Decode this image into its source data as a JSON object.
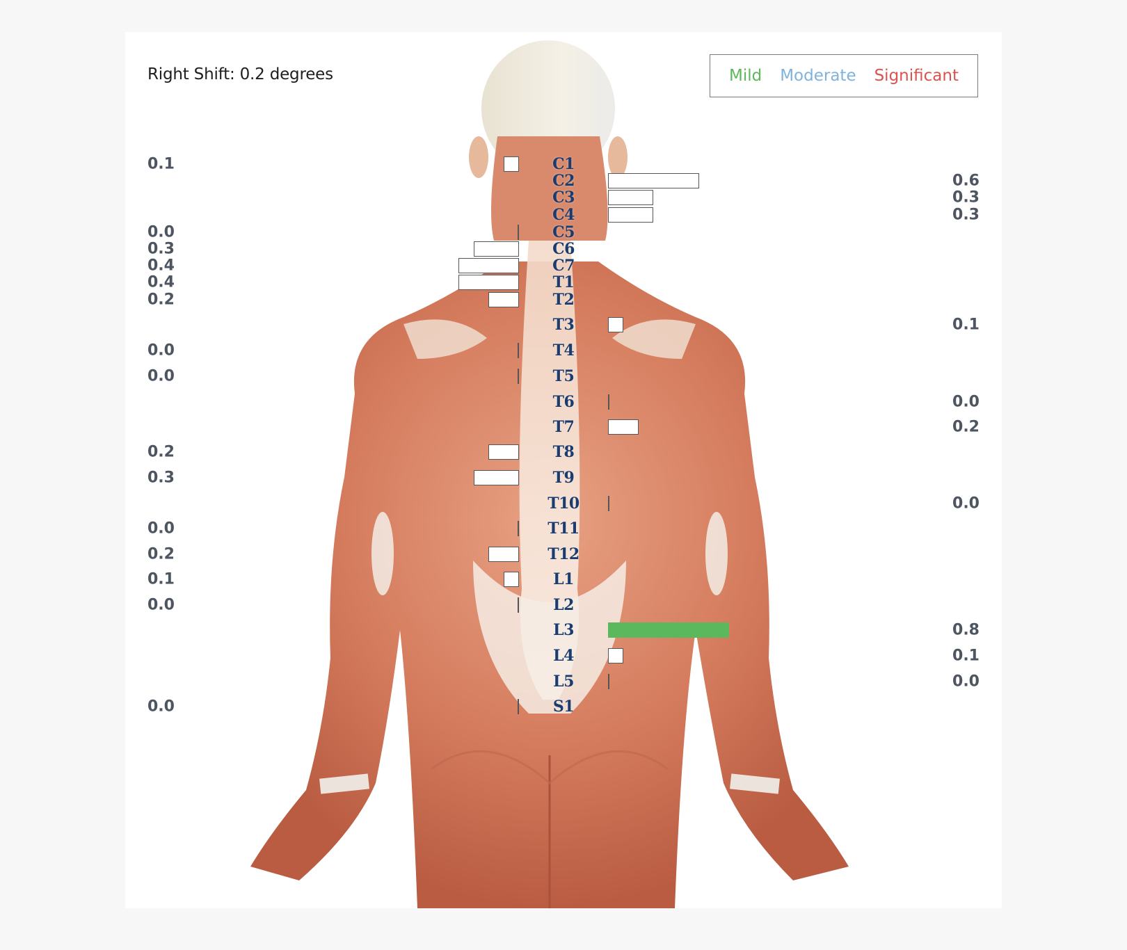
{
  "header": {
    "shift_text": "Right Shift: 0.2 degrees"
  },
  "legend": {
    "items": [
      {
        "label": "Mild",
        "color": "#5cb85c"
      },
      {
        "label": "Moderate",
        "color": "#7fb3dc"
      },
      {
        "label": "Significant",
        "color": "#d9534f"
      }
    ]
  },
  "chart_data": {
    "type": "bar",
    "left_values": [
      {
        "vertebra": "C1",
        "value": "0.1"
      },
      {
        "vertebra": "C5",
        "value": "0.0"
      },
      {
        "vertebra": "C6",
        "value": "0.3"
      },
      {
        "vertebra": "C7",
        "value": "0.4"
      },
      {
        "vertebra": "T1",
        "value": "0.4"
      },
      {
        "vertebra": "T2",
        "value": "0.2"
      },
      {
        "vertebra": "T4",
        "value": "0.0"
      },
      {
        "vertebra": "T5",
        "value": "0.0"
      },
      {
        "vertebra": "T8",
        "value": "0.2"
      },
      {
        "vertebra": "T9",
        "value": "0.3"
      },
      {
        "vertebra": "T11",
        "value": "0.0"
      },
      {
        "vertebra": "T12",
        "value": "0.2"
      },
      {
        "vertebra": "L1",
        "value": "0.1"
      },
      {
        "vertebra": "L2",
        "value": "0.0"
      },
      {
        "vertebra": "S1",
        "value": "0.0"
      }
    ],
    "right_values": [
      {
        "vertebra": "C2",
        "value": "0.6"
      },
      {
        "vertebra": "C3",
        "value": "0.3"
      },
      {
        "vertebra": "C4",
        "value": "0.3"
      },
      {
        "vertebra": "T3",
        "value": "0.1"
      },
      {
        "vertebra": "T6",
        "value": "0.0"
      },
      {
        "vertebra": "T7",
        "value": "0.2"
      },
      {
        "vertebra": "T10",
        "value": "0.0"
      },
      {
        "vertebra": "L3",
        "value": "0.8",
        "severity": "Mild"
      },
      {
        "vertebra": "L4",
        "value": "0.1"
      },
      {
        "vertebra": "L5",
        "value": "0.0"
      }
    ],
    "vertebrae": [
      "C1",
      "C2",
      "C3",
      "C4",
      "C5",
      "C6",
      "C7",
      "T1",
      "T2",
      "T3",
      "T4",
      "T5",
      "T6",
      "T7",
      "T8",
      "T9",
      "T10",
      "T11",
      "T12",
      "L1",
      "L2",
      "L3",
      "L4",
      "L5",
      "S1"
    ]
  }
}
